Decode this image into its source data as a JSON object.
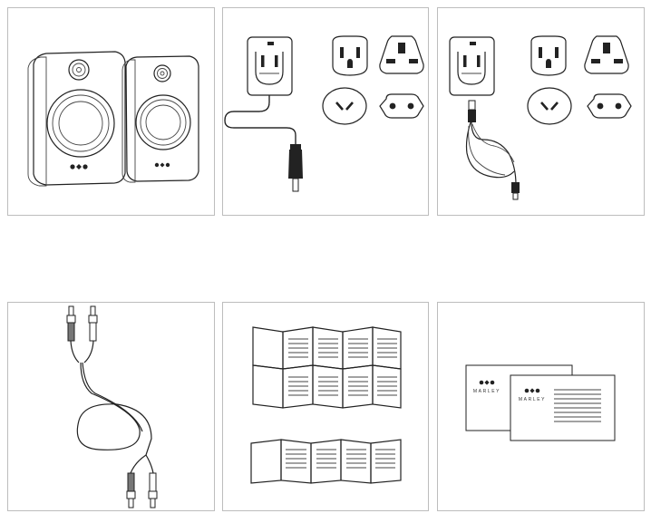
{
  "items": [
    {
      "name": "speakers"
    },
    {
      "name": "power-adapter-with-plugs"
    },
    {
      "name": "usb-power-adapter-with-plugs"
    },
    {
      "name": "rca-cable"
    },
    {
      "name": "folded-manuals"
    },
    {
      "name": "cards"
    }
  ],
  "cards": {
    "back_brand": "MARLEY",
    "front_brand": "MARLEY"
  }
}
